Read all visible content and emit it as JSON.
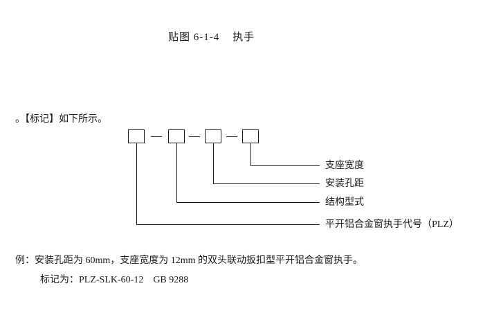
{
  "doc": {
    "title": "贴图 6-1-4    执手",
    "mark_line": "。【标记】如下所示。",
    "example_line": "例：安装孔距为 60mm，支座宽度为 12mm 的双头联动扳扣型平开铝合金窗执手。",
    "mark_result": "标记为：PLZ-SLK-60-12    GB 9288"
  },
  "diagram": {
    "labels": [
      "支座宽度",
      "安装孔距",
      "结构型式",
      "平开铝合金窗执手代号（PLZ）"
    ]
  }
}
